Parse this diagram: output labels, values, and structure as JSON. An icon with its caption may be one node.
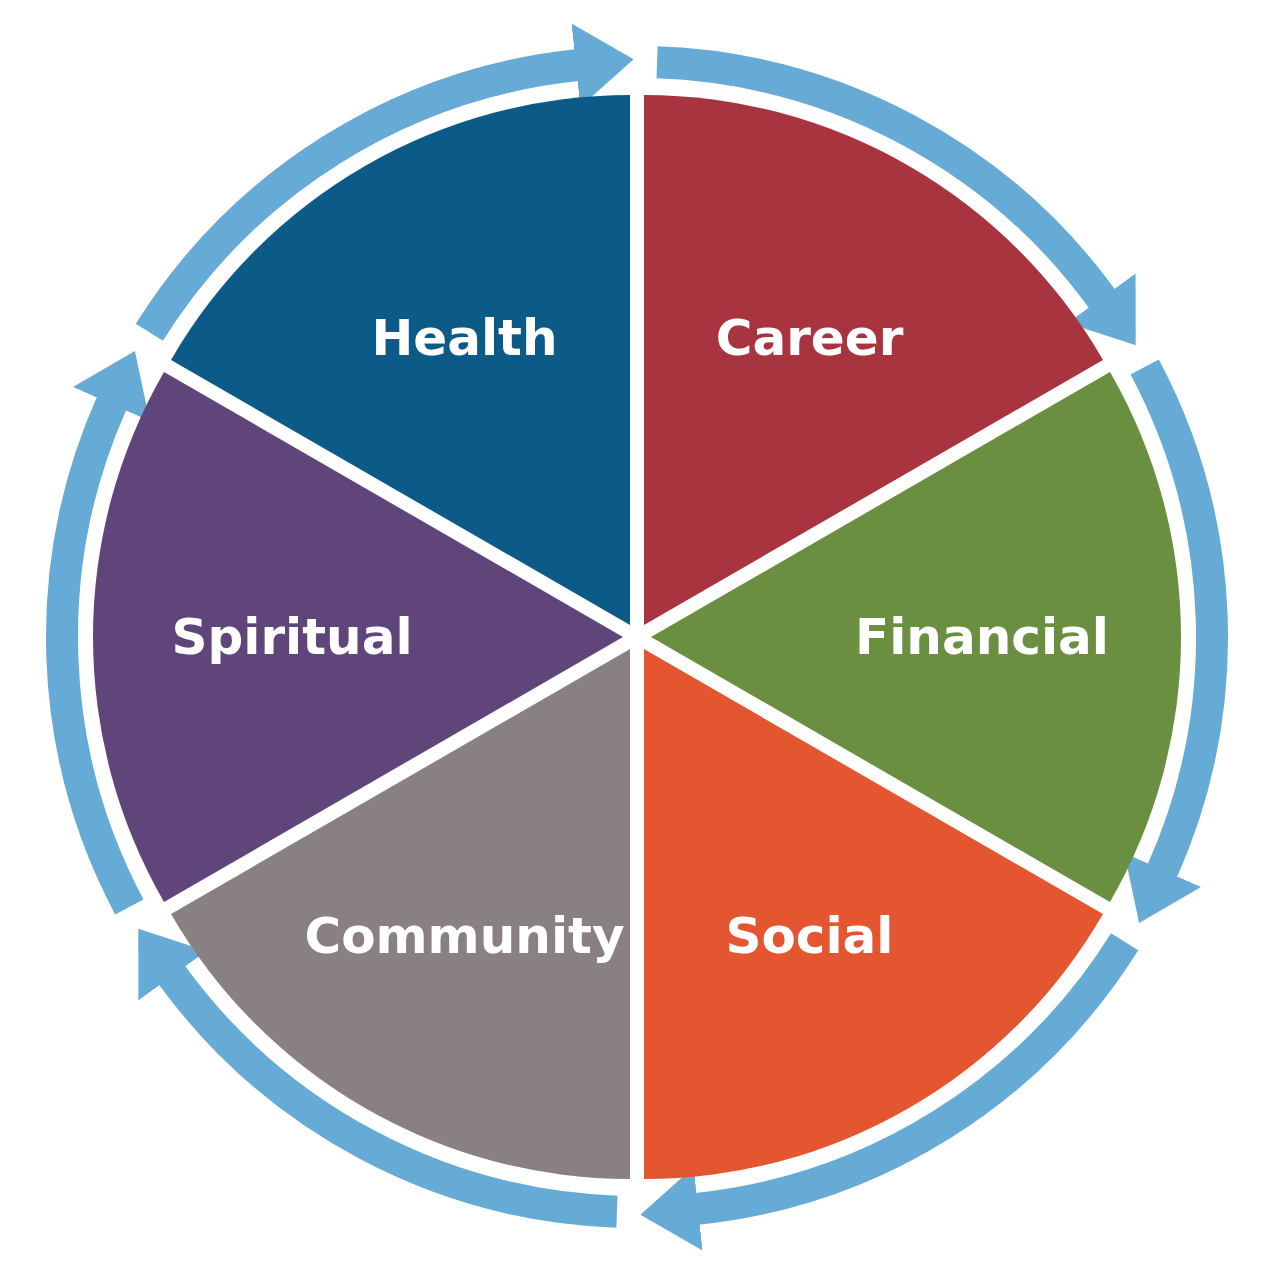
{
  "diagram": {
    "nodes": [
      {
        "text": [
          "Health"
        ]
      },
      {
        "text": [
          "Career"
        ]
      },
      {
        "text": [
          "Financial"
        ]
      },
      {
        "text": [
          "Social"
        ]
      },
      {
        "text": [
          "Community"
        ]
      },
      {
        "text": [
          "Spiritual"
        ]
      }
    ]
  }
}
